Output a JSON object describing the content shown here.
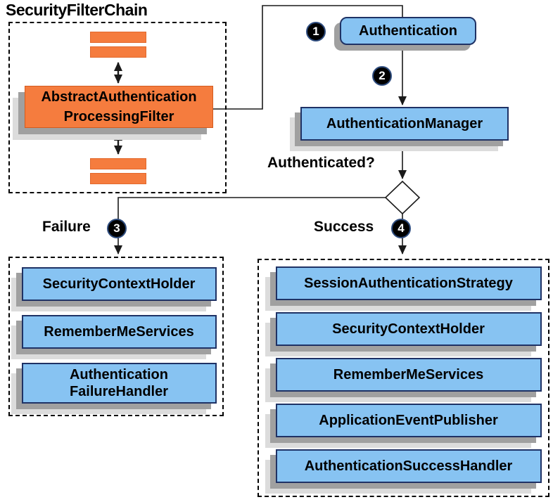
{
  "security_filter_chain": {
    "title": "SecurityFilterChain",
    "filter_box": "AbstractAuthentication\nProcessingFilter"
  },
  "flow": {
    "badge_1": "1",
    "authentication": "Authentication",
    "badge_2": "2",
    "authentication_manager": "AuthenticationManager",
    "authenticated_question": "Authenticated?"
  },
  "failure_branch": {
    "label": "Failure",
    "badge": "3",
    "items": [
      "SecurityContextHolder",
      "RememberMeServices",
      "Authentication\nFailureHandler"
    ]
  },
  "success_branch": {
    "label": "Success",
    "badge": "4",
    "items": [
      "SessionAuthenticationStrategy",
      "SecurityContextHolder",
      "RememberMeServices",
      "ApplicationEventPublisher",
      "AuthenticationSuccessHandler"
    ]
  },
  "colors": {
    "box_blue_fill": "#87C3F2",
    "box_blue_border": "#1F3265",
    "box_orange_fill": "#F57C3E",
    "shadow_dark": "#A0A0A0",
    "shadow_light": "#DCDCDC",
    "line": "#1A1A1A"
  }
}
